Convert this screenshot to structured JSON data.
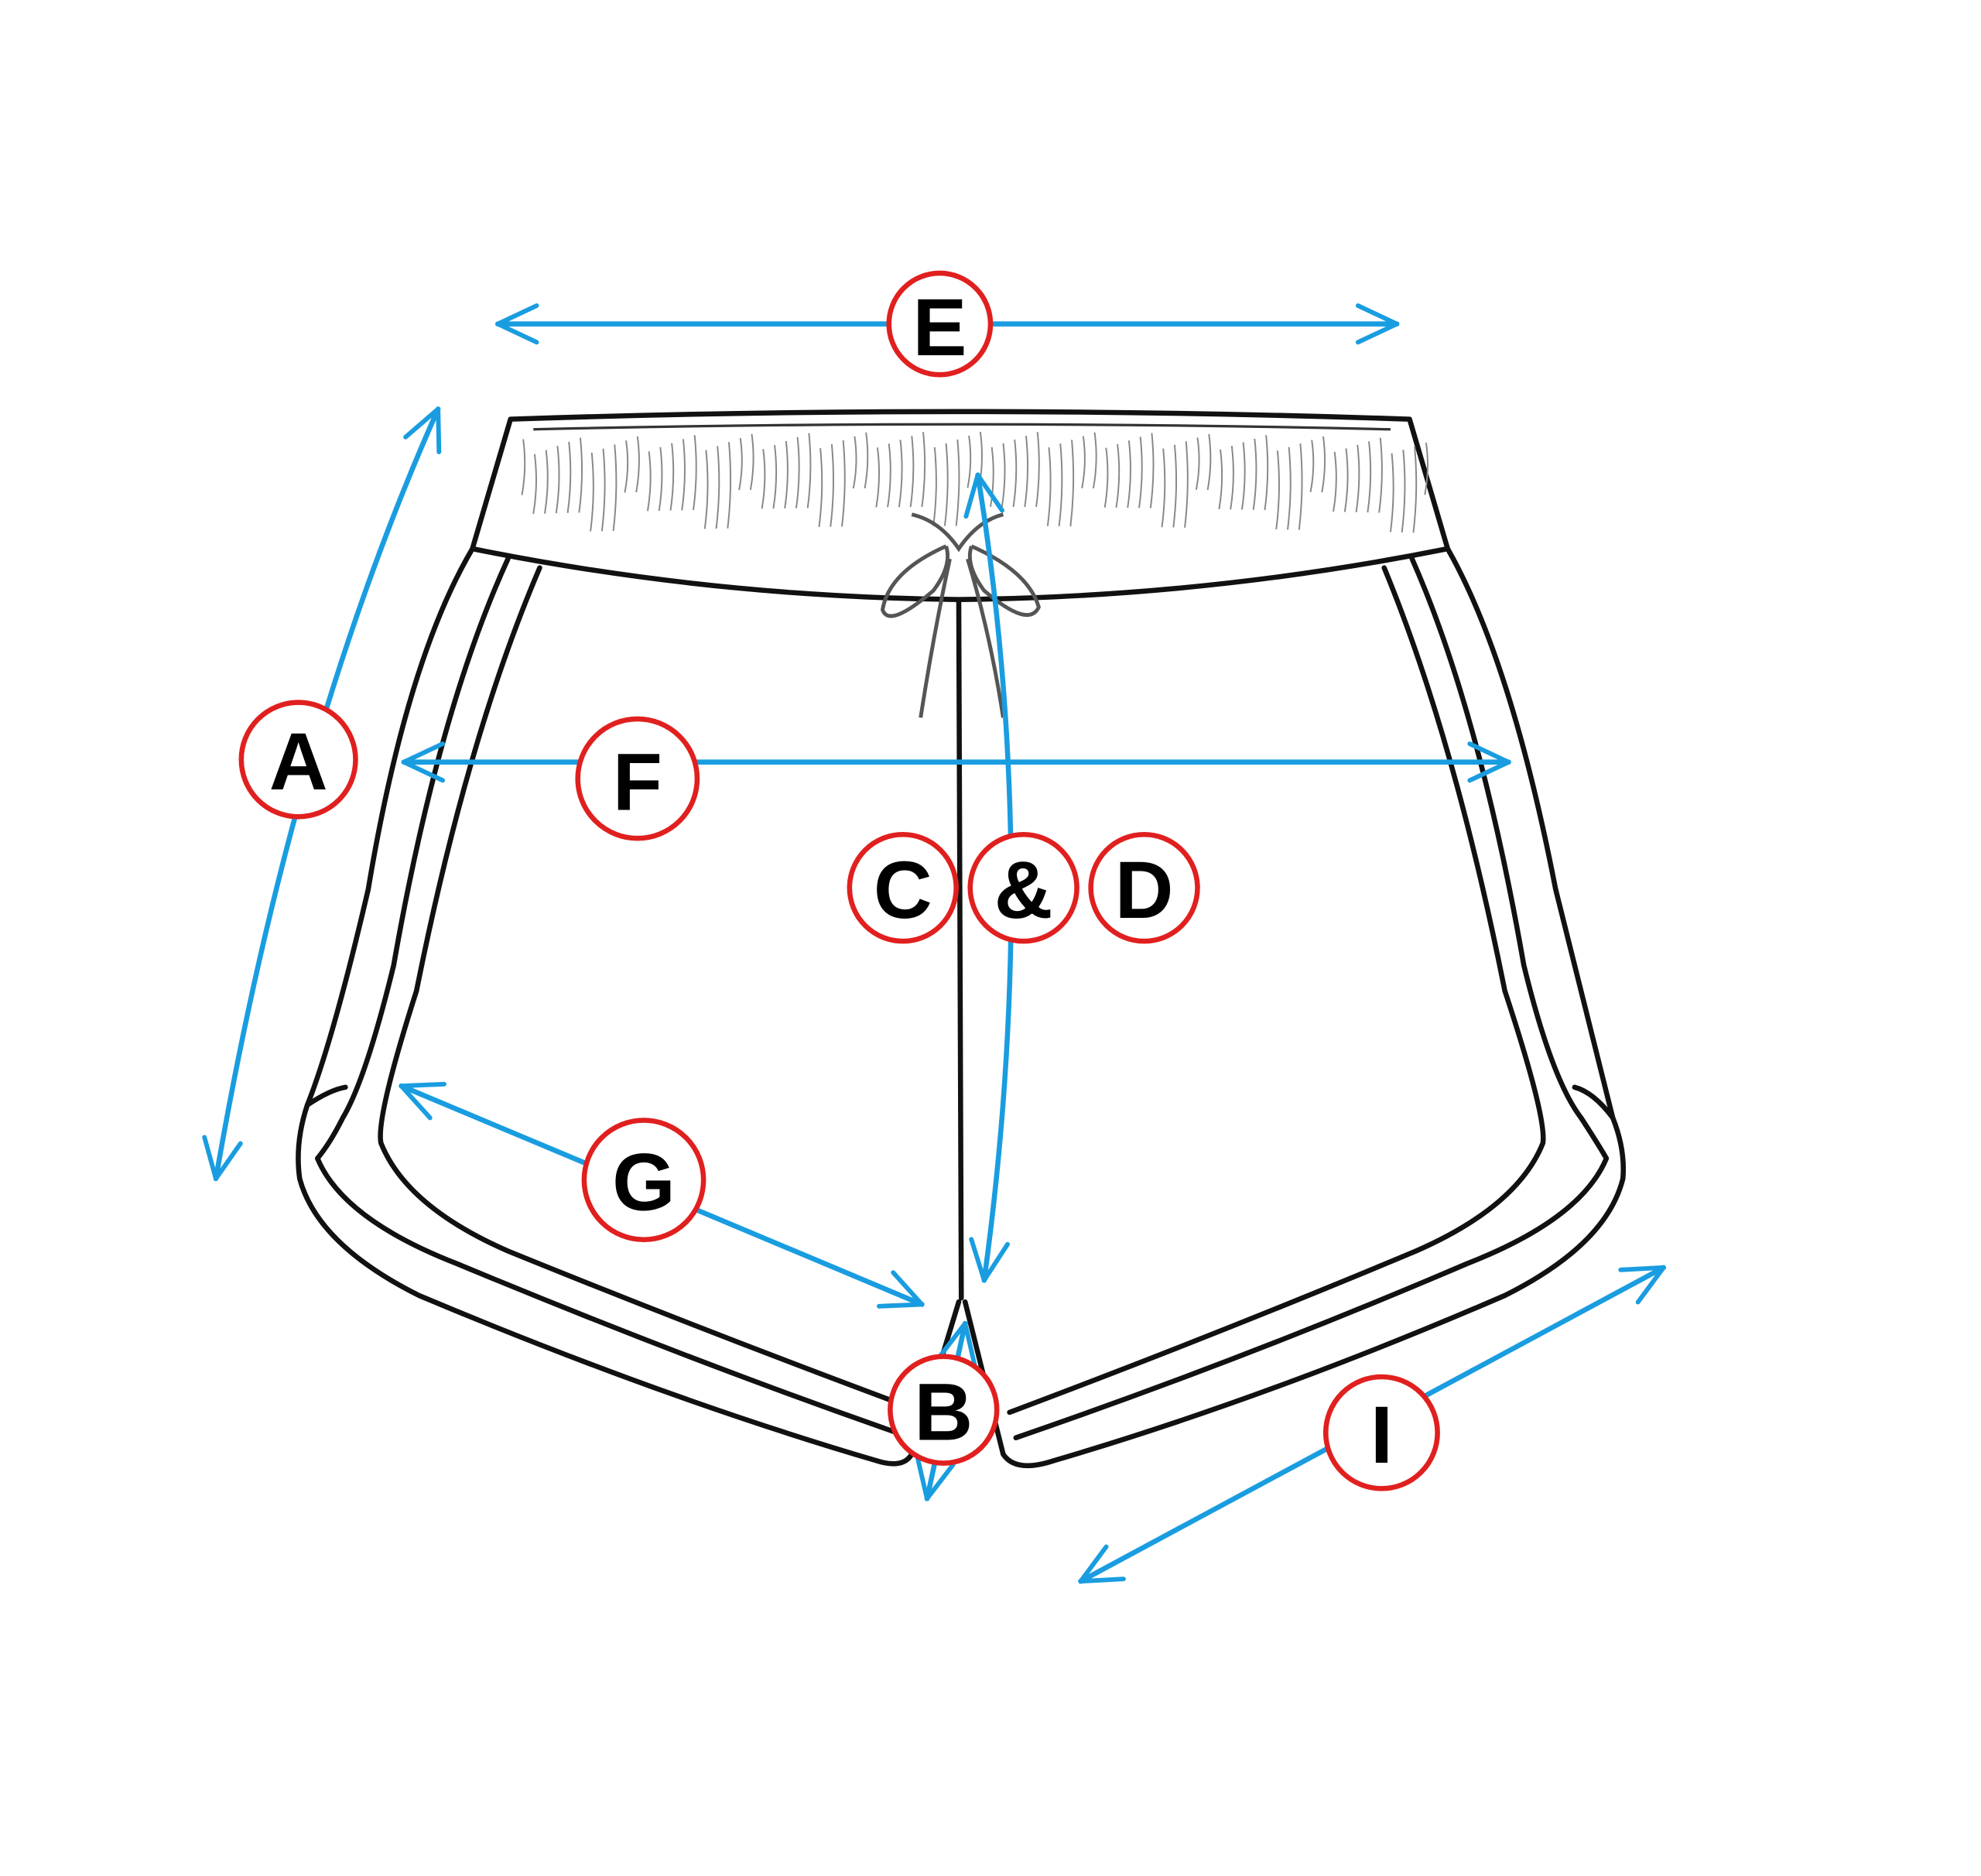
{
  "colors": {
    "arrow": "#1a9de0",
    "badge_ring": "#e0201f",
    "outline": "#111111"
  },
  "labels": {
    "E": "E",
    "A": "A",
    "F": "F",
    "C": "C",
    "and": "&",
    "D": "D",
    "G": "G",
    "B": "B",
    "I": "I"
  }
}
